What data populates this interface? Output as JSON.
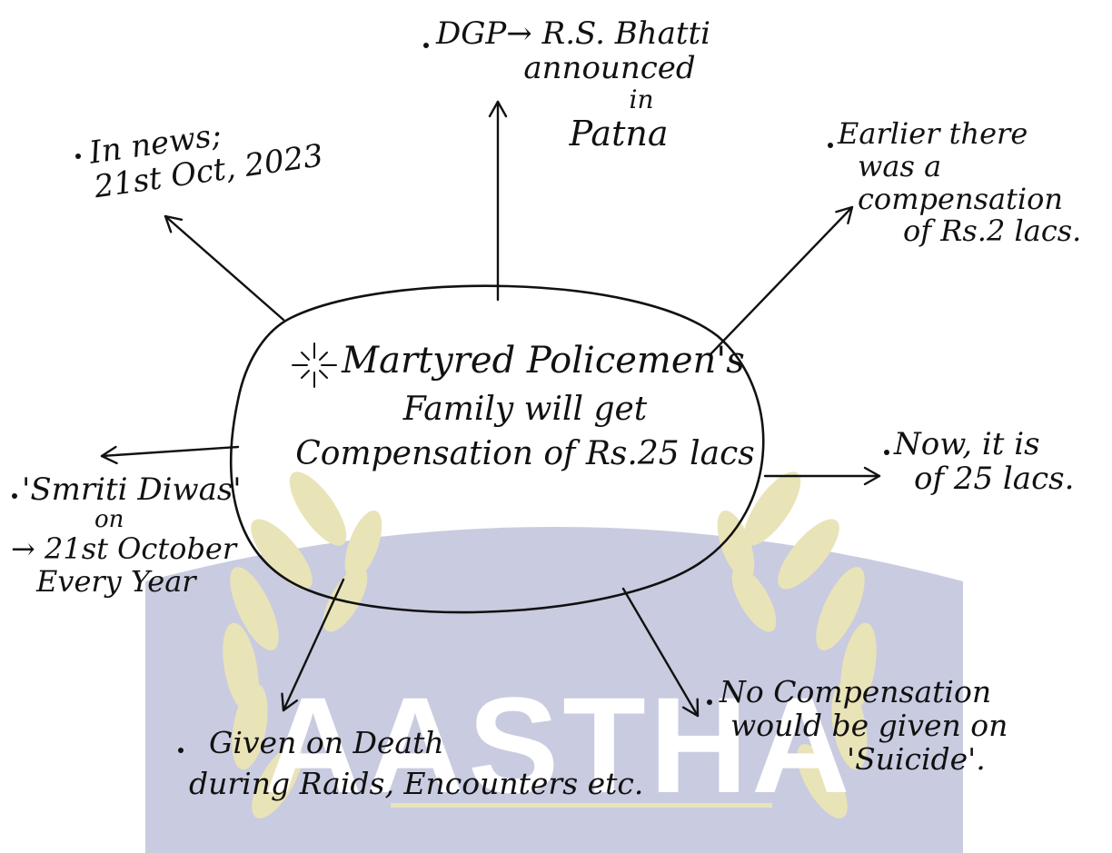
{
  "watermark": {
    "text": "AASTHA",
    "colors": {
      "band": "#c9cbe0",
      "laurel": "#e9e3b8",
      "text": "#ffffff"
    }
  },
  "center": {
    "icon": "sparkle-icon",
    "lines": [
      "Martyred Policemen's",
      "Family will get",
      "Compensation of Rs.25 lacs"
    ]
  },
  "branches": {
    "news": [
      "In news;",
      "21st Oct, 2023"
    ],
    "announcement": [
      "DGP→ R.S. Bhatti",
      "announced",
      "in",
      "Patna"
    ],
    "earlier": [
      "Earlier there",
      "was a",
      "compensation",
      "of Rs.2 lacs."
    ],
    "now": [
      "Now, it is",
      "of 25 lacs."
    ],
    "smriti": [
      "'Smriti Diwas'",
      "on",
      "→ 21st October",
      "Every Year"
    ],
    "given": [
      "Given on Death",
      "during Raids, Encounters etc."
    ],
    "suicide": [
      "No Compensation",
      "would be given on",
      "'Suicide'."
    ]
  },
  "ink_color": "#111111"
}
